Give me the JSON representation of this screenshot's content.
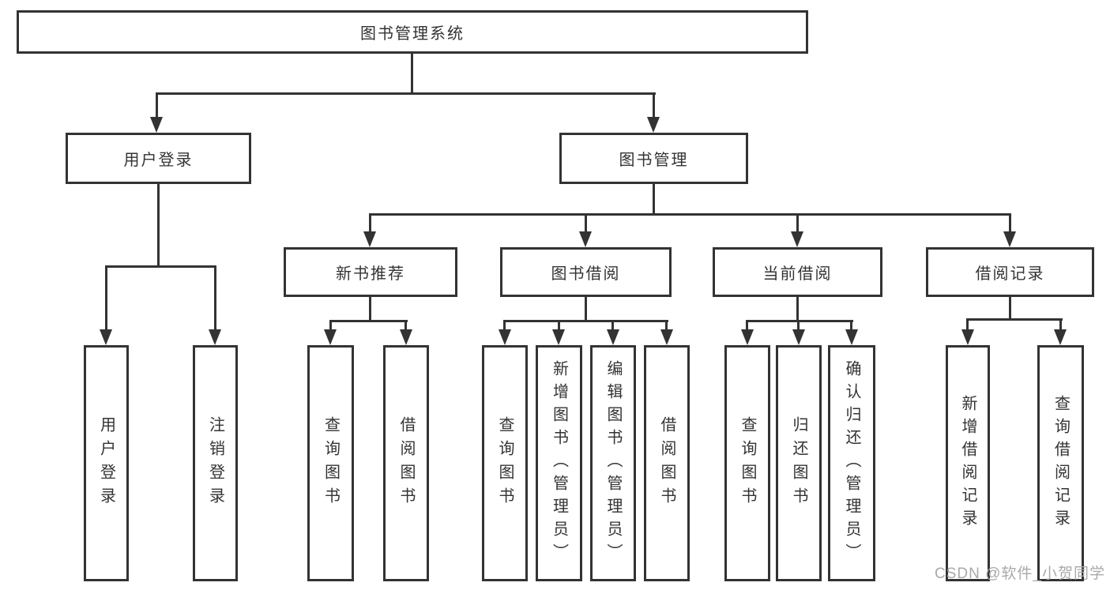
{
  "tree": {
    "root": {
      "label": "图书管理系统"
    },
    "level2": [
      {
        "label": "用户登录",
        "children": [
          {
            "label": "用户登录"
          },
          {
            "label": "注销登录"
          }
        ]
      },
      {
        "label": "图书管理",
        "children": [
          {
            "label": "新书推荐",
            "children": [
              {
                "label": "查询图书"
              },
              {
                "label": "借阅图书"
              }
            ]
          },
          {
            "label": "图书借阅",
            "children": [
              {
                "label": "查询图书"
              },
              {
                "label": "新增图书（管理员）"
              },
              {
                "label": "编辑图书（管理员）"
              },
              {
                "label": "借阅图书"
              }
            ]
          },
          {
            "label": "当前借阅",
            "children": [
              {
                "label": "查询图书"
              },
              {
                "label": "归还图书"
              },
              {
                "label": "确认归还（管理员）"
              }
            ]
          },
          {
            "label": "借阅记录",
            "children": [
              {
                "label": "新增借阅记录"
              },
              {
                "label": "查询借阅记录"
              }
            ]
          }
        ]
      }
    ]
  },
  "watermark": "CSDN @软件_小贺同学",
  "colors": {
    "line": "#333333",
    "box_border": "#333333",
    "box_fill": "#ffffff",
    "text": "#333333",
    "watermark": "#a9a9a9"
  }
}
